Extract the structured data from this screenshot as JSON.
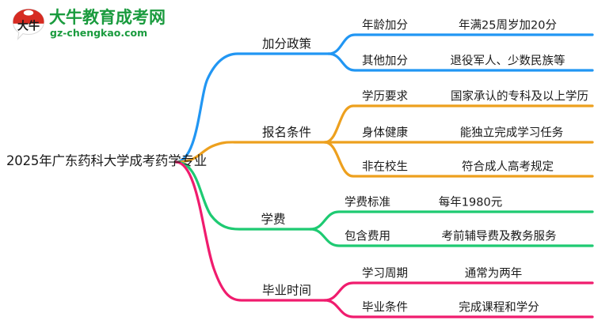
{
  "logo": {
    "mark_icon": "speech-bubble-logo-icon",
    "mark_text": "大牛",
    "name_cn": "大牛教育成考网",
    "name_en": "gz-chengkao.com",
    "brand_green": "#1a9b3e",
    "brand_red": "#d62b22"
  },
  "mindmap": {
    "root": "2025年广东药科大学成考药学专业",
    "branches": [
      {
        "label": "加分政策",
        "color": "#2196f3",
        "children": [
          {
            "label": "年龄加分",
            "detail": "年满25周岁加20分"
          },
          {
            "label": "其他加分",
            "detail": "退役军人、少数民族等"
          }
        ]
      },
      {
        "label": "报名条件",
        "color": "#eda01e",
        "children": [
          {
            "label": "学历要求",
            "detail": "国家承认的专科及以上学历"
          },
          {
            "label": "身体健康",
            "detail": "能独立完成学习任务"
          },
          {
            "label": "非在校生",
            "detail": "符合成人高考规定"
          }
        ]
      },
      {
        "label": "学费",
        "color": "#1eca72",
        "children": [
          {
            "label": "学费标准",
            "detail": "每年1980元"
          },
          {
            "label": "包含费用",
            "detail": "考前辅导费及教务服务"
          }
        ]
      },
      {
        "label": "毕业时间",
        "color": "#f01c6e",
        "children": [
          {
            "label": "学习周期",
            "detail": "通常为两年"
          },
          {
            "label": "毕业条件",
            "detail": "完成课程和学分"
          }
        ]
      }
    ]
  }
}
